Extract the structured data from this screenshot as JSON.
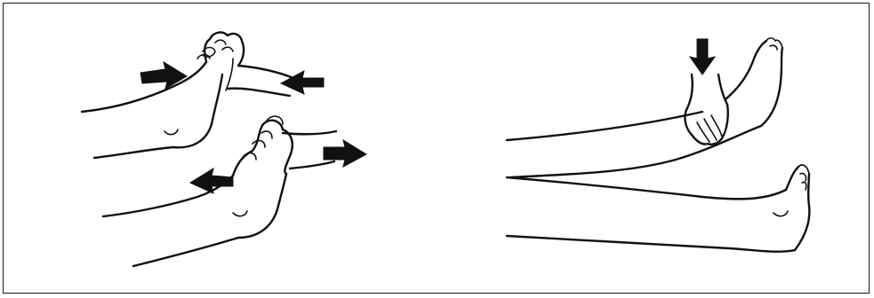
{
  "figure": {
    "panels": [
      {
        "id": "left",
        "content": "ankle-manipulation-illustration"
      },
      {
        "id": "right",
        "content": "knee-press-illustration"
      }
    ],
    "colors": {
      "ink": "#111111",
      "background": "#ffffff",
      "frame": "#1a1a1a"
    }
  }
}
